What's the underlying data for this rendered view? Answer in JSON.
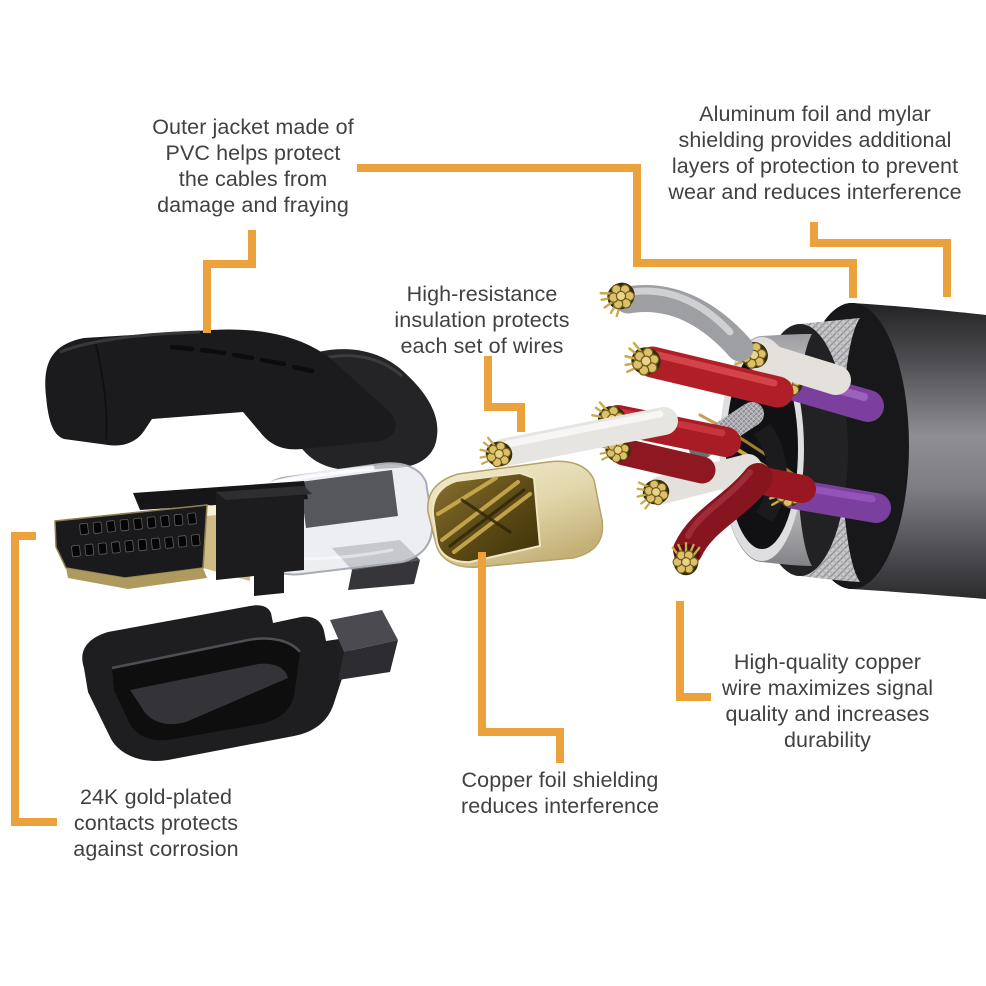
{
  "figure": {
    "background_color": "#FFFFFF",
    "accent_color": "#EBA23D",
    "text_color": "#414144",
    "labels": {
      "outer_jacket": "Outer jacket made of\nPVC helps protect\nthe cables from\ndamage and fraying",
      "aluminum_shielding": "Aluminum foil and mylar\nshielding provides additional\nlayers of protection to prevent\nwear and reduces interference",
      "insulation": "High-resistance\ninsulation protects\neach set of wires",
      "copper_wire": "High-quality copper\nwire maximizes signal\nquality and increases\ndurability",
      "copper_foil": "Copper foil shielding\nreduces interference",
      "gold_contacts": "24K gold-plated\ncontacts protects\nagainst corrosion"
    },
    "illustration_parts": [
      "connector-top-shell",
      "connector-bottom-shell",
      "hdmi-gold-connector",
      "pin-block",
      "clear-housing",
      "copper-foil-shield",
      "cable-cutaway",
      "outer-jacket-cylinder",
      "braided-shield",
      "inner-wrap",
      "wire-bundle"
    ]
  }
}
